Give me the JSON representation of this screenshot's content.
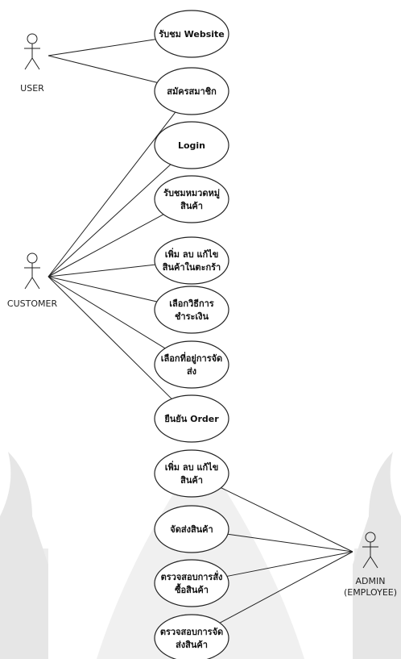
{
  "actors": [
    {
      "id": "user",
      "label": "USER"
    },
    {
      "id": "customer",
      "label": "CUSTOMER"
    },
    {
      "id": "admin",
      "label_lines": [
        "ADMIN",
        "(EMPLOYEE)"
      ]
    }
  ],
  "use_cases": [
    {
      "id": "uc1",
      "lines": [
        "รับชม Website"
      ]
    },
    {
      "id": "uc2",
      "lines": [
        "สมัครสมาชิก"
      ]
    },
    {
      "id": "uc3",
      "lines": [
        "Login"
      ]
    },
    {
      "id": "uc4",
      "lines": [
        "รับชมหมวดหมู่",
        "สินค้า"
      ]
    },
    {
      "id": "uc5",
      "lines": [
        "เพิ่ม ลบ แก้ไข",
        "สินค้าในตะกร้า"
      ]
    },
    {
      "id": "uc6",
      "lines": [
        "เลือกวิธีการ",
        "ชำระเงิน"
      ]
    },
    {
      "id": "uc7",
      "lines": [
        "เลือกที่อยู่การจัด",
        "ส่ง"
      ]
    },
    {
      "id": "uc8",
      "lines": [
        "ยืนยัน Order"
      ]
    },
    {
      "id": "uc9",
      "lines": [
        "เพิ่ม ลบ แก้ไข",
        "สินค้า"
      ]
    },
    {
      "id": "uc10",
      "lines": [
        "จัดส่งสินค้า"
      ]
    },
    {
      "id": "uc11",
      "lines": [
        "ตรวจสอบการสั่ง",
        "ซื้อสินค้า"
      ]
    },
    {
      "id": "uc12",
      "lines": [
        "ตรวจสอบการจัด",
        "ส่งสินค้า"
      ]
    }
  ],
  "associations": [
    [
      "user",
      "uc1"
    ],
    [
      "user",
      "uc2"
    ],
    [
      "customer",
      "uc2"
    ],
    [
      "customer",
      "uc3"
    ],
    [
      "customer",
      "uc4"
    ],
    [
      "customer",
      "uc5"
    ],
    [
      "customer",
      "uc6"
    ],
    [
      "customer",
      "uc7"
    ],
    [
      "customer",
      "uc8"
    ],
    [
      "admin",
      "uc9"
    ],
    [
      "admin",
      "uc10"
    ],
    [
      "admin",
      "uc11"
    ],
    [
      "admin",
      "uc12"
    ]
  ]
}
